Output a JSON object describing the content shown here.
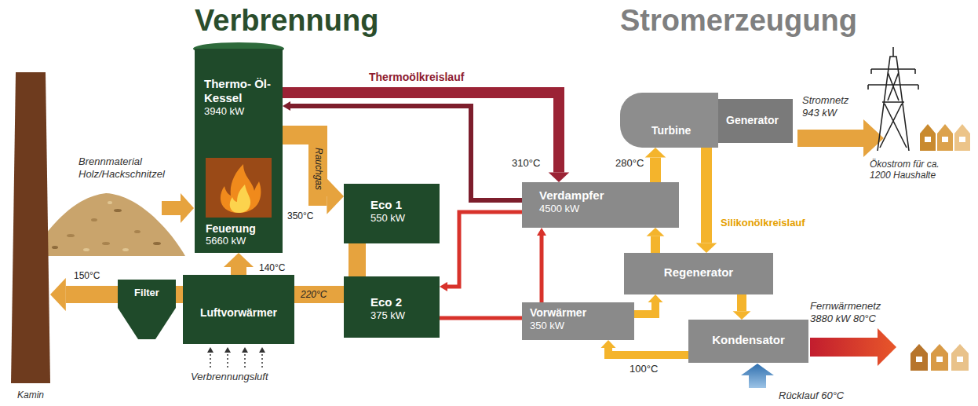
{
  "diagram": {
    "title": "Verbrennung",
    "nodes": [
      {
        "text": [
          "Thermo- Öl-Kessel",
          "3940 kW"
        ]
      },
      {
        "text": [
          "Feuerung",
          "5660 kW"
        ]
      },
      {
        "text": [
          "Eco 1",
          "550 kW"
        ]
      },
      {
        "text": [
          "Eco 2",
          "375 kW"
        ]
      },
      {
        "text": [
          "Luftvorwärmer"
        ]
      },
      {
        "text": [
          "Filter"
        ]
      },
      {
        "text": [
          "Kamin"
        ]
      },
      {
        "text": [
          "Turbine"
        ]
      },
      {
        "text": [
          "Generator"
        ]
      },
      {
        "text": [
          "Verdampfer",
          "4500 kW"
        ]
      },
      {
        "text": [
          "Regenerator"
        ]
      },
      {
        "text": [
          "Vorwärmer",
          "350 kW"
        ]
      },
      {
        "text": [
          "Kondensator"
        ]
      }
    ],
    "edges": [
      {
        "from": 0,
        "to": 9,
        "arrow": "to"
      },
      {
        "from": 9,
        "to": 0,
        "arrow": "to"
      },
      {
        "from": 0,
        "to": 2,
        "label": "Rauchgas",
        "arrow": "to"
      },
      {
        "from": 2,
        "to": 3,
        "arrow": "none"
      },
      {
        "from": 3,
        "to": 4,
        "label": "220°C",
        "arrow": "none"
      },
      {
        "from": 4,
        "to": 1,
        "label": "140°C",
        "arrow": "to"
      },
      {
        "from": 4,
        "to": 5,
        "arrow": "none"
      },
      {
        "from": 5,
        "to": 6,
        "label": "150°C",
        "arrow": "to"
      },
      {
        "from": 9,
        "to": 3,
        "arrow": "to"
      },
      {
        "from": 3,
        "to": 11,
        "arrow": "none"
      },
      {
        "from": 11,
        "to": 9,
        "arrow": "to"
      },
      {
        "from": 9,
        "to": 7,
        "label": "280°C",
        "arrow": "to"
      },
      {
        "from": 7,
        "to": 10,
        "arrow": "to"
      },
      {
        "from": 10,
        "to": 12,
        "arrow": "to"
      },
      {
        "from": 12,
        "to": 11,
        "label": "100°C",
        "arrow": "to"
      },
      {
        "from": 11,
        "to": 10,
        "arrow": "to"
      },
      {
        "from": 10,
        "to": 9,
        "arrow": "to"
      }
    ],
    "labels": [
      "Stromerzeugung",
      "Brennmaterial Holz/Hackschnitzel",
      "350°C",
      "Thermoölkreislauf",
      "310°C",
      "Stromnetz 943 kW",
      "Ökostrom für ca. 1200 Haushalte",
      "Silikonölkreislauf",
      "Fernwärmenetz 3880 kW 80°C",
      "Rücklauf 60°C",
      "Verbrennungsluft"
    ]
  }
}
